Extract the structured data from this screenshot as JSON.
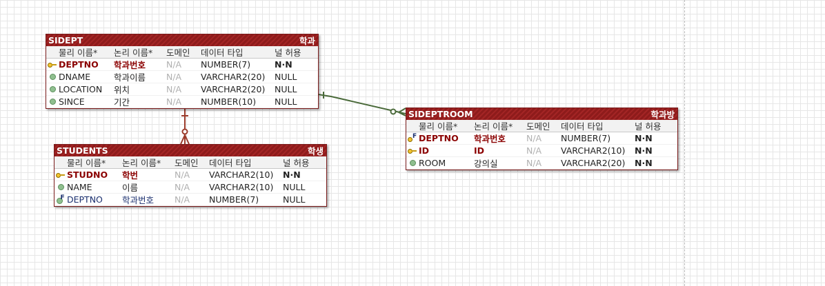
{
  "columns": {
    "physical": "물리 이름*",
    "logical": "논리 이름*",
    "domain": "도메인",
    "datatype": "데이터 타입",
    "nullable": "널 허용"
  },
  "entities": [
    {
      "name": "SIDEPT",
      "label": "학과",
      "rows": [
        {
          "phys": "DEPTNO",
          "log": "학과번호",
          "dom": "N/A",
          "type": "NUMBER(7)",
          "null": "N·N",
          "key": "pk"
        },
        {
          "phys": "DNAME",
          "log": "학과이름",
          "dom": "N/A",
          "type": "VARCHAR2(20)",
          "null": "NULL",
          "key": "none"
        },
        {
          "phys": "LOCATION",
          "log": "위치",
          "dom": "N/A",
          "type": "VARCHAR2(20)",
          "null": "NULL",
          "key": "none"
        },
        {
          "phys": "SINCE",
          "log": "기간",
          "dom": "N/A",
          "type": "NUMBER(10)",
          "null": "NULL",
          "key": "none"
        }
      ]
    },
    {
      "name": "STUDENTS",
      "label": "학생",
      "rows": [
        {
          "phys": "STUDNO",
          "log": "학번",
          "dom": "N/A",
          "type": "VARCHAR2(10)",
          "null": "N·N",
          "key": "pk"
        },
        {
          "phys": "NAME",
          "log": "이름",
          "dom": "N/A",
          "type": "VARCHAR2(10)",
          "null": "NULL",
          "key": "none"
        },
        {
          "phys": "DEPTNO",
          "log": "학과번호",
          "dom": "N/A",
          "type": "NUMBER(7)",
          "null": "NULL",
          "key": "fk"
        }
      ]
    },
    {
      "name": "SIDEPTROOM",
      "label": "학과방",
      "rows": [
        {
          "phys": "DEPTNO",
          "log": "학과번호",
          "dom": "N/A",
          "type": "NUMBER(7)",
          "null": "N·N",
          "key": "pkfk"
        },
        {
          "phys": "ID",
          "log": "ID",
          "dom": "N/A",
          "type": "VARCHAR2(10)",
          "null": "N·N",
          "key": "pk"
        },
        {
          "phys": "ROOM",
          "log": "강의실",
          "dom": "N/A",
          "type": "VARCHAR2(20)",
          "null": "N·N",
          "key": "none"
        }
      ]
    }
  ],
  "relationships": [
    {
      "from": "SIDEPT",
      "to": "STUDENTS",
      "color": "#9b3b2b"
    },
    {
      "from": "SIDEPT",
      "to": "SIDEPTROOM",
      "color": "#4a6a3a"
    }
  ]
}
